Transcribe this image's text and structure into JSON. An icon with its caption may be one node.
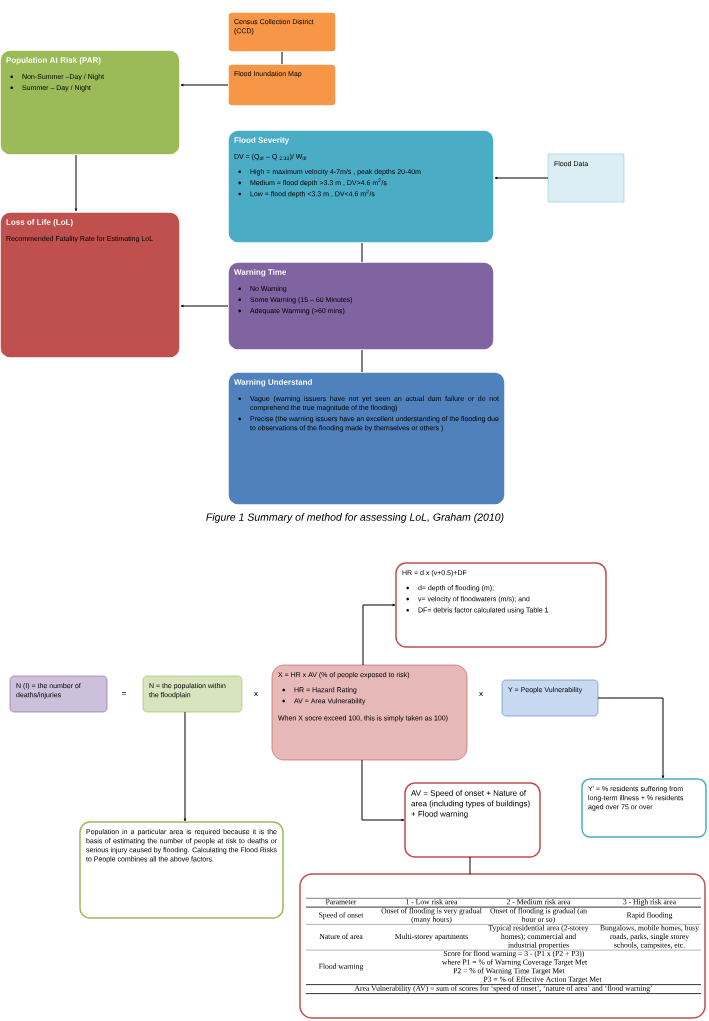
{
  "diagram": {
    "caption": "Figure 1 Summary of method for assessing LoL, Graham (2010)",
    "nodes": [
      {
        "text": [
          "Census Collection District (CCD)"
        ]
      },
      {
        "text": [
          "Flood Inundation Map"
        ]
      },
      {
        "text": [
          "Population At Risk (PAR)",
          "Non-Summer –Day / Night",
          "Summer – Day / Night"
        ]
      },
      {
        "text": [
          "Flood Severity",
          "DV = (Q$_{df}$ – Q $_{2.33}$)/ W$_{df}$",
          "High = maximum velocity 4-7m/s , peak depths 20-40m",
          "Medium = flood depth >3.3 m , DV>4.6 m$^{2}$/s",
          "Low = flood depth <3.3 m , DV<4.6 m$^{2}$/s"
        ]
      },
      {
        "text": [
          "Flood Data"
        ]
      },
      {
        "text": [
          "Loss of Life (LoL)",
          "Recommended Fatality Rate for Estimating LoL"
        ]
      },
      {
        "text": [
          "Warning Time",
          "No Warning",
          "Some Warning (15 – 60 Minutes)",
          "Adequate Warming (>60 mins)"
        ]
      },
      {
        "text": [
          "Warning Understand",
          "Vague (warning issuers have not yet seen an actual dam failure or do not comprehend the true magnitude of the flooding)",
          "Precise (the warning issuers have an excellent understanding of the flooding due to observations of the flooding made by themselves or others )"
        ]
      },
      {
        "text": [
          "N (I) = the number of deaths/injuries"
        ]
      },
      {
        "text": [
          "N = the population within the floodplain"
        ]
      },
      {
        "text": [
          "X = HR x AV (% of people exposed to risk)",
          "HR = Hazard Rating",
          "AV = Area Vulnerability",
          "When X socre exceed 100, this is simply taken as 100)"
        ]
      },
      {
        "text": [
          "HR = d x (v+0.5)+DF",
          "d= depth of flooding (m);",
          "v= velocity of floodwaters (m/s); and",
          "DF= debris factor calculated using Table 1"
        ]
      },
      {
        "text": [
          "Y = People Vulnerability"
        ]
      },
      {
        "text": [
          "Population in a particular area is required because it is the basis of estimating the number of people at risk to deaths or serious injury caused by flooding. Calculating the Flood Risks to People combines all the above factors."
        ]
      },
      {
        "text": [
          "AV = Speed of onset + Nature of area (including types of buildings) + Flood warning"
        ]
      },
      {
        "text": [
          "Y' = % residents suffering from long-term illness + % residents aged over 75 or over"
        ]
      },
      {
        "text": [
          "Parameter",
          "1 - Low risk area",
          "2 - Medium risk area",
          "3 - High risk area",
          "Speed of onset",
          "Onset of flooding is very gradual (many hours)",
          "Onset of flooding is gradual (an hour or so)",
          "Rapid flooding",
          "Nature of area",
          "Multi-storey apartments",
          "Typical residential area (2-storey homes); commercial and industrial properties",
          "Bungalows, mobile homes, busy roads, parks, single storey schools, campsites, etc.",
          "Flood warning",
          "Score for flood warning = 3 - (P1 x (P2 + P3))",
          "where P1 = % of Warning Coverage Target Met",
          "P2 = % of Warning Time Target Met",
          "P3 = % of Effective Action Target Met",
          "Area Vulnerability (AV) = sum of scores for ‘speed of onset’, ‘nature of area’ and ‘flood warning’"
        ]
      }
    ],
    "edges": [
      {
        "from": 0,
        "to": 1,
        "arrow": "none"
      },
      {
        "from": 1,
        "to": 2,
        "arrow": "to"
      },
      {
        "from": 2,
        "to": 5,
        "arrow": "to"
      },
      {
        "from": 4,
        "to": 3,
        "arrow": "to"
      },
      {
        "from": 3,
        "to": 6,
        "arrow": "none"
      },
      {
        "from": 6,
        "to": 5,
        "arrow": "to"
      },
      {
        "from": 6,
        "to": 7,
        "arrow": "none"
      },
      {
        "from": 10,
        "to": 11,
        "arrow": "to"
      },
      {
        "from": 9,
        "to": 13,
        "arrow": "to"
      },
      {
        "from": 10,
        "to": 14,
        "arrow": "to"
      },
      {
        "from": 12,
        "to": 15,
        "arrow": "to"
      },
      {
        "from": 14,
        "to": 16,
        "arrow": "none"
      }
    ],
    "labels": [
      "=",
      "x",
      "x"
    ]
  }
}
